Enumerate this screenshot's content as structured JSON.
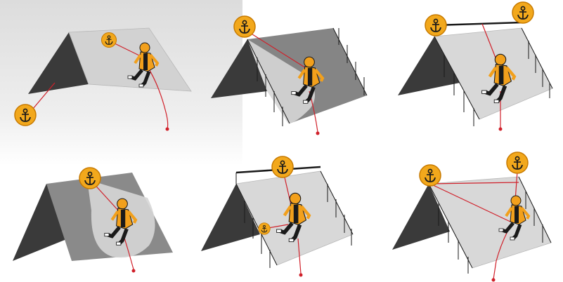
{
  "scenes": [
    {
      "id": "scene-1",
      "anchors": 2,
      "guardrail": false,
      "fall_zone": false
    },
    {
      "id": "scene-2",
      "anchors": 1,
      "guardrail": true,
      "fall_zone": true
    },
    {
      "id": "scene-3",
      "anchors": 2,
      "guardrail": true,
      "fall_zone": false
    },
    {
      "id": "scene-4",
      "anchors": 1,
      "guardrail": false,
      "fall_zone": true
    },
    {
      "id": "scene-5",
      "anchors": 2,
      "guardrail": true,
      "fall_zone": false
    },
    {
      "id": "scene-6",
      "anchors": 2,
      "guardrail": true,
      "fall_zone": false
    }
  ],
  "colors": {
    "anchor_fill": "#f2a81c",
    "anchor_stroke": "#c77a00",
    "anchor_glyph": "#1a1a1a",
    "rope": "#d0202a",
    "roof_dark": "#3a3a3a",
    "roof_light": "#cfcfcf",
    "roof_mid": "#7d7d7d",
    "worker_suit": "#f2a01c",
    "worker_dark": "#1a1a1a",
    "rail": "#1a1a1a"
  },
  "icons": [
    "anchor-icon",
    "worker-figure",
    "rope-lanyard",
    "guardrail"
  ]
}
